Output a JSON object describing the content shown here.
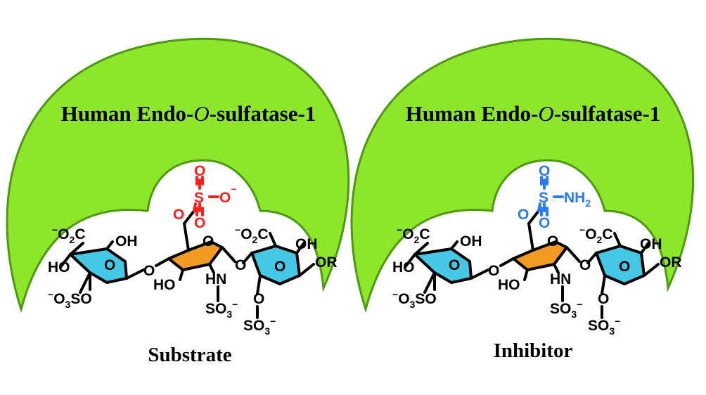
{
  "panels": [
    {
      "id": "substrate",
      "enzyme_title": {
        "text": "Human Endo-",
        "italic": "O",
        "rest": "-sulfatase-1"
      },
      "caption": "Substrate",
      "group": {
        "color": "#ff1f1f",
        "s_label": "S",
        "o_label": "O",
        "right_label": "O",
        "right_sup": "−",
        "right_sub": ""
      },
      "left_ring": {
        "co2": "C",
        "oh": "OH",
        "ho": "HO",
        "o3so": "O",
        "o3so_sub": "3",
        "o3so_tail": "SO",
        "ring_o": "O"
      },
      "center_ring": {
        "ho": "HO",
        "hn": "HN",
        "so3": "SO",
        "so3_sub": "3",
        "ring_o": "O",
        "link_o": "O"
      },
      "right_ring": {
        "co2": "C",
        "oh": "OH",
        "or": "OR",
        "o": "O",
        "so3": "SO",
        "so3_sub": "3",
        "ring_o": "O",
        "link_o": "O"
      }
    },
    {
      "id": "inhibitor",
      "enzyme_title": {
        "text": "Human Endo-",
        "italic": "O",
        "rest": "-sulfatase-1"
      },
      "caption": "Inhibitor",
      "group": {
        "color": "#2a7bf0",
        "s_label": "S",
        "o_label": "O",
        "right_label": "NH",
        "right_sup": "",
        "right_sub": "2"
      },
      "left_ring": {
        "co2": "C",
        "oh": "OH",
        "ho": "HO",
        "o3so": "O",
        "o3so_sub": "3",
        "o3so_tail": "SO",
        "ring_o": "O"
      },
      "center_ring": {
        "ho": "HO",
        "hn": "HN",
        "so3": "SO",
        "so3_sub": "3",
        "ring_o": "O",
        "link_o": "O"
      },
      "right_ring": {
        "co2": "C",
        "oh": "OH",
        "or": "OR",
        "o": "O",
        "so3": "SO",
        "so3_sub": "3",
        "ring_o": "O",
        "link_o": "O"
      }
    }
  ],
  "labels": {
    "o2c_o": "O",
    "o2c_sub": "2",
    "minus": "−"
  },
  "colors": {
    "enzyme": "#8ee62a",
    "enzyme_stroke": "#4d9a12",
    "side_ring": "#45c8e6",
    "center_ring": "#f39a22"
  }
}
